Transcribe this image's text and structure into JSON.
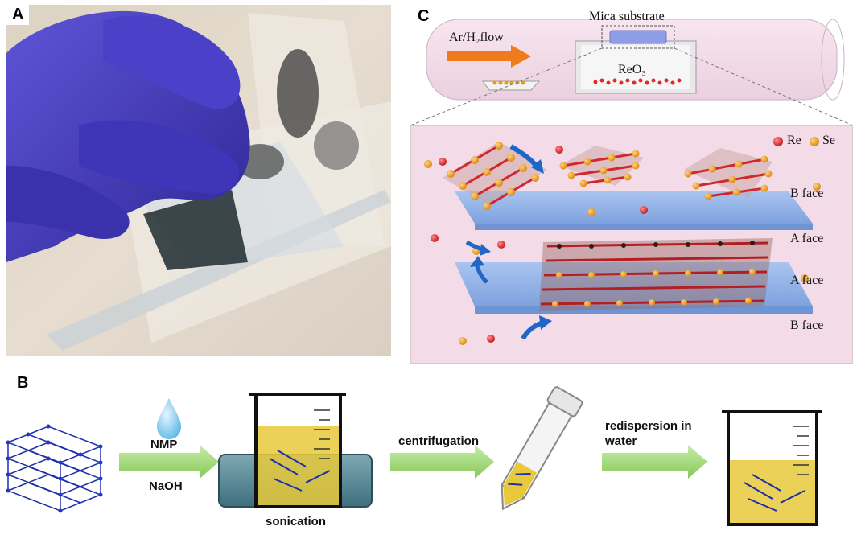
{
  "panel_a": {
    "label": "A"
  },
  "panel_b": {
    "label": "B",
    "reagent_1": "NMP",
    "reagent_2": "NaOH",
    "step_sonication": "sonication",
    "step_centrifugation": "centrifugation",
    "step_redispersion": "redispersion in water"
  },
  "panel_c": {
    "label": "C",
    "substrate_label": "Mica substrate",
    "flow_label": "Ar/H₂flow",
    "source_label": "ReO₃",
    "legend_re": "Re",
    "legend_se": "Se",
    "face_b_top": "B face",
    "face_a_top": "A face",
    "face_a_bottom": "A face",
    "face_b_bottom": "B face"
  },
  "colors": {
    "glove": "#4b3fc2",
    "panel_c_bg": "#f3dbe8",
    "slab": "#8fb3e8",
    "re_atom": "#d8262a",
    "se_atom": "#e59a1c",
    "arrow_green": "#9ed36b",
    "arrow_blue": "#1f66c7",
    "flow_arrow": "#f07a1e",
    "liquid": "#e8c93a"
  }
}
